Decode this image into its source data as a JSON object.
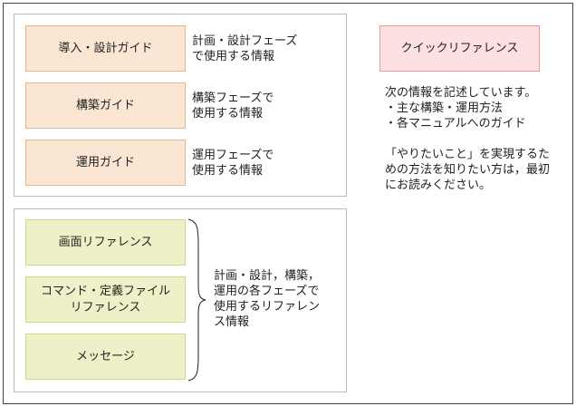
{
  "phase_guides": [
    {
      "label": "導入・設計ガイド",
      "description": "計画・設計フェーズ\nで使用する情報"
    },
    {
      "label": "構築ガイド",
      "description": "構築フェーズで\n使用する情報"
    },
    {
      "label": "運用ガイド",
      "description": "運用フェーズで\n使用する情報"
    }
  ],
  "references": {
    "items": [
      {
        "label": "画面リファレンス"
      },
      {
        "label": "コマンド・定義ファイル\nリファレンス"
      },
      {
        "label": "メッセージ"
      }
    ],
    "description": "計画・設計，構築，\n運用の各フェーズで\n使用するリファレン\nス情報"
  },
  "quick_reference": {
    "label": "クイックリファレンス",
    "lines": [
      "次の情報を記述しています。",
      "・主な構築・運用方法",
      "・各マニュアルへのガイド",
      "",
      "「やりたいこと」を実現するた",
      "めの方法を知りたい方は，最初",
      "にお読みください。"
    ]
  },
  "colors": {
    "guide_fill": "#fbe6d4",
    "reference_fill": "#eef1c7",
    "quick_reference_fill": "#fde0e0"
  }
}
